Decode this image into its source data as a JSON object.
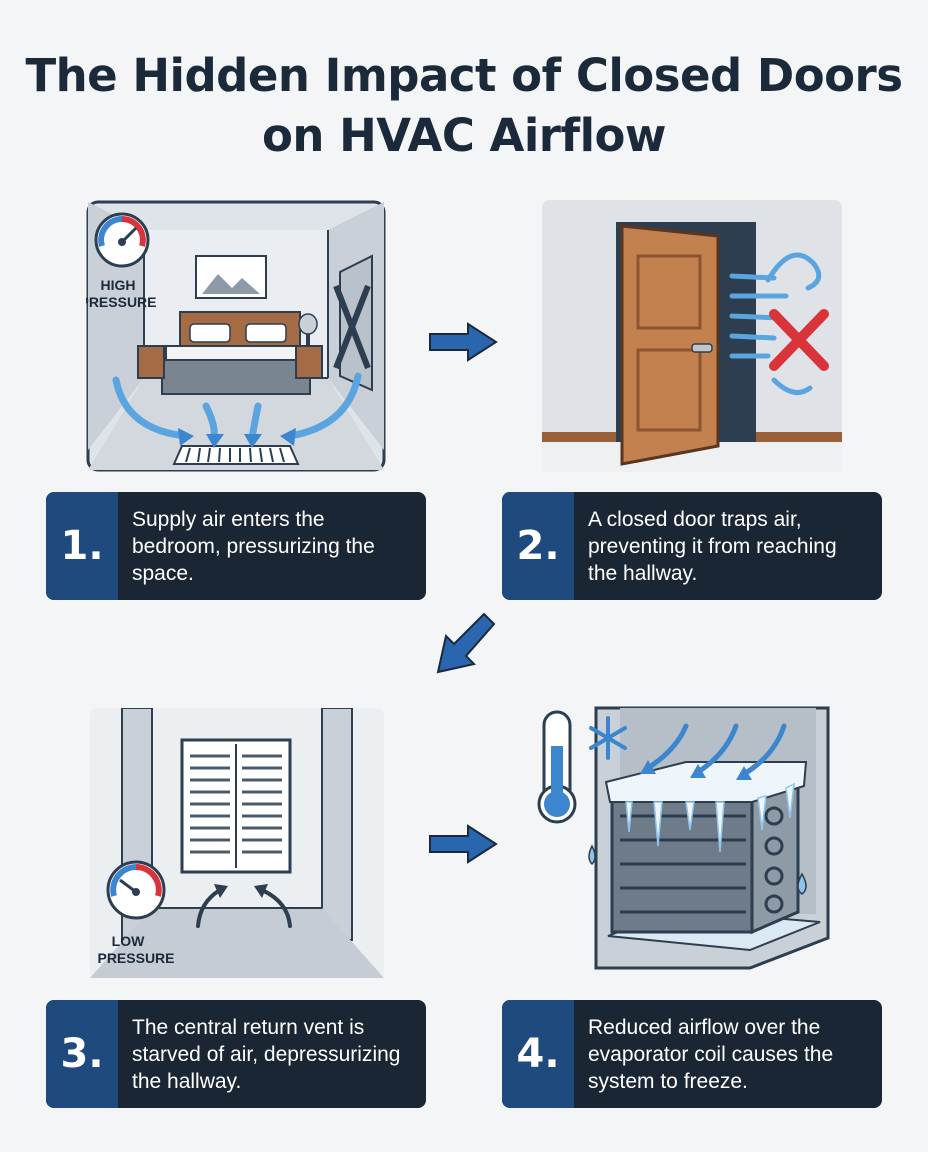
{
  "title": "The Hidden Impact of Closed Doors on HVAC Airflow",
  "panel1": {
    "gauge_label_1": "HIGH",
    "gauge_label_2": "PRESSURE"
  },
  "panel3": {
    "gauge_label_1": "LOW",
    "gauge_label_2": "PRESSURE"
  },
  "steps": [
    {
      "number": "1.",
      "text": "Supply air enters the bedroom, pressurizing the space."
    },
    {
      "number": "2.",
      "text": "A closed door traps air, preventing it from reaching the hallway."
    },
    {
      "number": "3.",
      "text": "The central return vent is starved of air, depressurizing the hallway."
    },
    {
      "number": "4.",
      "text": "Reduced airflow over the evaporator coil causes the system to freeze."
    }
  ],
  "colors": {
    "navy": "#1b2634",
    "number_blue": "#1e4a7e",
    "arrow_blue": "#2a66b0",
    "air_blue": "#5aa5e0",
    "red": "#d9343a",
    "door": "#b8794a"
  }
}
